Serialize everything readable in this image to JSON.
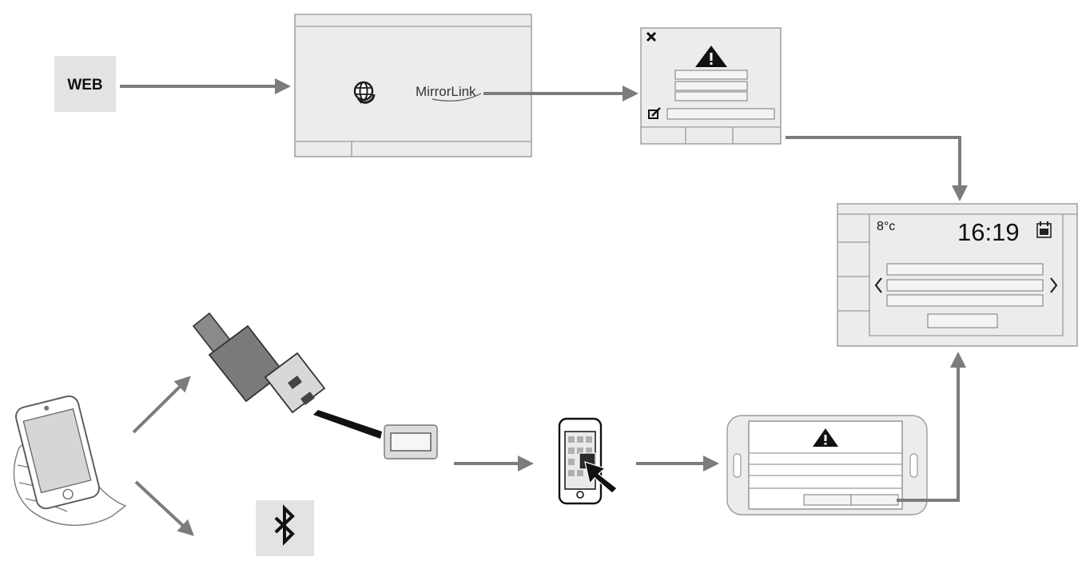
{
  "web_box": {
    "label": "WEB"
  },
  "mirrorlink_screen": {
    "logo_text": "MirrorLink"
  },
  "home_screen": {
    "temperature": "8°c",
    "time": "16:19"
  },
  "colors": {
    "arrow": "#7c7c7c",
    "panel": "#ececec",
    "panel_border": "#9a9a9a",
    "icon_dark": "#1c1c1c",
    "phone_screen": "#d6d6d6"
  },
  "icons": [
    "globe-icon",
    "close-icon",
    "warning-icon",
    "edit-icon",
    "calendar-icon",
    "bluetooth-icon",
    "usb-plug-icon",
    "usb-port-icon",
    "smartphone-icon",
    "hand-icon",
    "cursor-arrow-icon"
  ]
}
